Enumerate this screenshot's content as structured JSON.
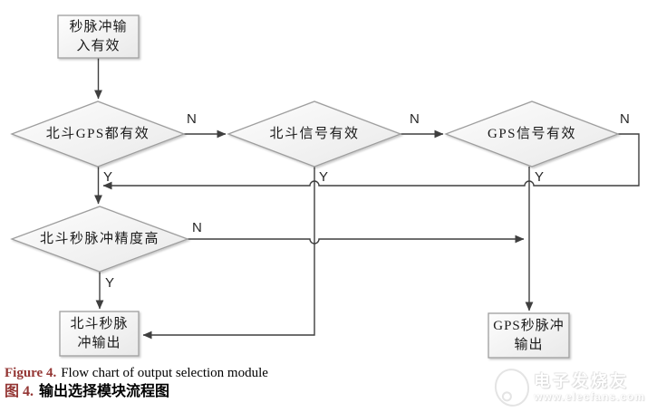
{
  "flowchart": {
    "nodes": {
      "start": {
        "line1": "秒脉冲输",
        "line2": "入有效"
      },
      "d1": {
        "label": "北斗GPS都有效"
      },
      "d2": {
        "label": "北斗信号有效"
      },
      "d3": {
        "label": "GPS信号有效"
      },
      "d4": {
        "label": "北斗秒脉冲精度高"
      },
      "out_beidou": {
        "line1": "北斗秒脉",
        "line2": "冲输出"
      },
      "out_gps": {
        "line1": "GPS秒脉冲",
        "line2": "输出"
      }
    },
    "edge_labels": {
      "d1_n": "N",
      "d1_y": "Y",
      "d2_n": "N",
      "d2_y": "Y",
      "d3_n": "N",
      "d3_y": "Y",
      "d4_n": "N",
      "d4_y": "Y"
    }
  },
  "caption": {
    "figure_label": "Figure 4.",
    "figure_text": "Flow chart of output selection module",
    "figure_label_zh": "图 4.",
    "figure_text_zh": "输出选择模块流程图"
  },
  "watermark": {
    "brand": "电子发烧友",
    "url": "www.elecfans.com"
  },
  "colors": {
    "caption_accent": "#943634",
    "connector_line": "#3f3f3f",
    "shape_border": "#9e9e9e",
    "shape_fill_light": "#fdfdfd",
    "shape_fill_dark": "#e9e9e9",
    "watermark_gray": "#e4e4e4"
  }
}
